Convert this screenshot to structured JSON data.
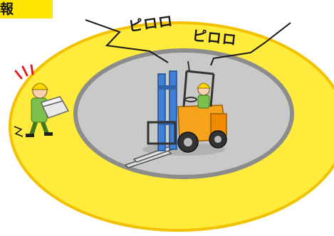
{
  "banner": {
    "text": "報",
    "color": "#ffe600"
  },
  "sounds": [
    {
      "text": "ピロロ"
    },
    {
      "text": "ピロロ"
    }
  ],
  "colors": {
    "outer_zone": "#ffeb3b",
    "outer_zone_edge": "#f2c200",
    "inner_zone": "#c9c9c9",
    "inner_zone_edge": "#8c8c8c",
    "forklift_body": "#f6a21a",
    "forklift_mast": "#3f7fd4",
    "worker_clothes": "#7cbf4a",
    "helmet": "#ffd400",
    "box": "#e8e8e8"
  }
}
